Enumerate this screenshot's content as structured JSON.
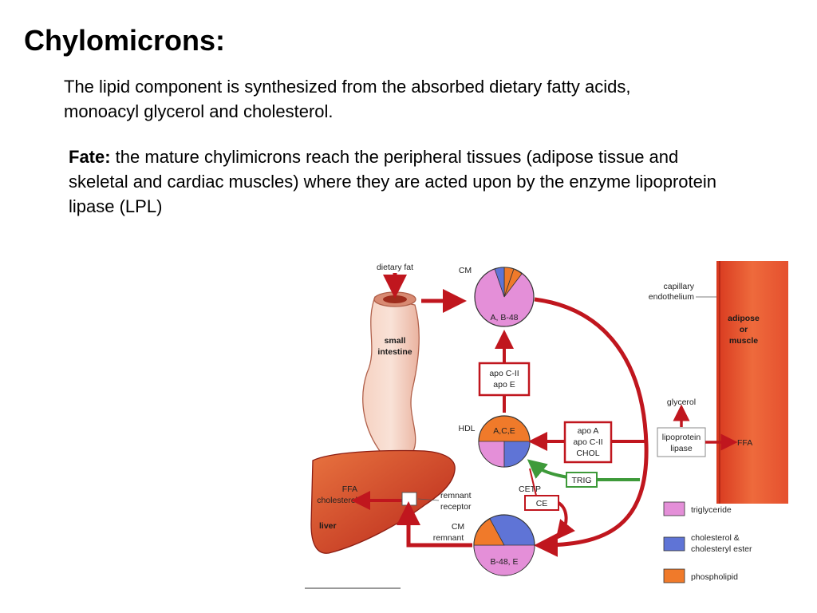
{
  "slide": {
    "title": "Chylomicrons:",
    "paragraph1": "The lipid component is synthesized from the absorbed dietary fatty acids, monoacyl glycerol and cholesterol.",
    "fate_label": "Fate:",
    "fate_text": " the mature chylimicrons reach the peripheral tissues (adipose tissue and skeletal and cardiac muscles) where they are acted upon by the enzyme lipoprotein lipase (LPL)"
  },
  "diagram": {
    "dietary_fat": "dietary fat",
    "small_intestine_1": "small",
    "small_intestine_2": "intestine",
    "cm_top": "CM",
    "cm_apo": "A, B-48",
    "capillary_1": "capillary",
    "capillary_2": "endothelium",
    "tissue_1": "adipose",
    "tissue_2": "or",
    "tissue_3": "muscle",
    "apo_box_1": "apo C-II",
    "apo_box_2": "apo E",
    "glycerol": "glycerol",
    "hdl": "HDL",
    "hdl_apo": "A,C,E",
    "apo_a_box_1": "apo A",
    "apo_a_box_2": "apo C-II",
    "apo_a_box_3": "CHOL",
    "lpl_1": "lipoprotein",
    "lpl_2": "lipase",
    "ffa_right": "FFA",
    "trig": "TRIG",
    "cetp": "CETP",
    "ce": "CE",
    "liver_ffa": "FFA",
    "liver_chol": "cholesterol",
    "liver": "liver",
    "remnant_receptor_1": "remnant",
    "remnant_receptor_2": "receptor",
    "cm_remnant_1": "CM",
    "cm_remnant_2": "remnant",
    "cm_remnant_apo": "B-48, E",
    "legend": [
      {
        "label": "triglyceride",
        "color": "#e48fd8"
      },
      {
        "label": "cholesterol &",
        "label2": "cholesteryl ester",
        "color": "#5f74d6"
      },
      {
        "label": "phospholipid",
        "color": "#f07a2a"
      }
    ],
    "colors": {
      "arrow_red": "#c0161e",
      "arrow_green": "#3e9a3a",
      "tissue": "#e6472a",
      "intestine": "#f3c3b0",
      "liver": "#c8361c"
    }
  }
}
